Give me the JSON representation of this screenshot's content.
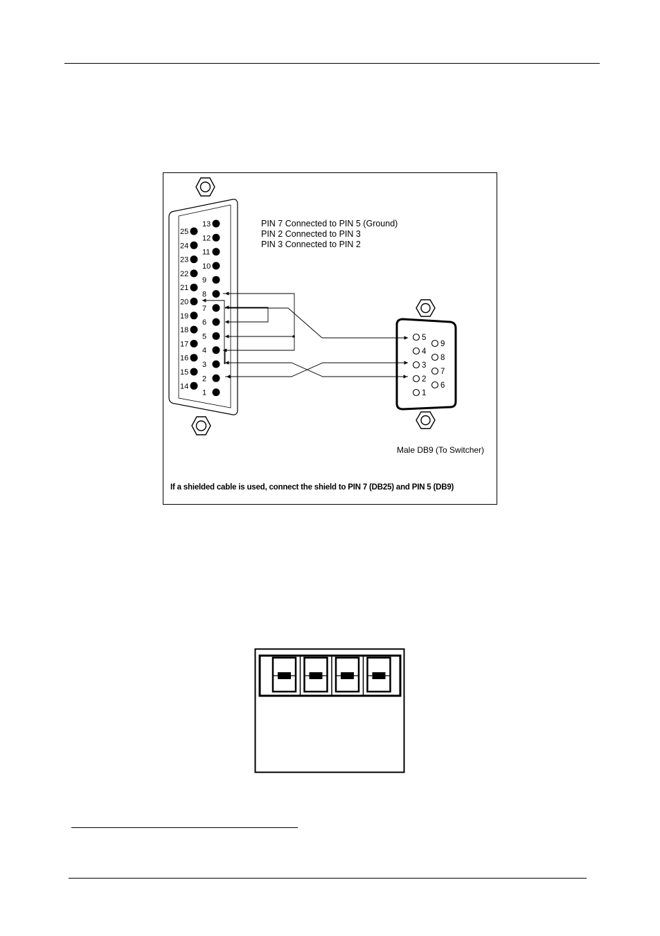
{
  "figure": {
    "notes": [
      "PIN 7 Connected to PIN 5 (Ground)",
      "PIN 2 Connected to PIN 3",
      "PIN 3 Connected to PIN 2"
    ],
    "db9_label": "Male DB9 (To Switcher)",
    "shield_note": "If a shielded cable is used, connect the shield to PIN 7 (DB25) and PIN 5 (DB9)",
    "db25_left_pins": [
      "25",
      "24",
      "23",
      "22",
      "21",
      "20",
      "19",
      "18",
      "17",
      "16",
      "15",
      "14"
    ],
    "db25_right_pins": [
      "13",
      "12",
      "11",
      "10",
      "9",
      "8",
      "7",
      "6",
      "5",
      "4",
      "3",
      "2",
      "1"
    ],
    "db9_left_pins": [
      "5",
      "4",
      "3",
      "2",
      "1"
    ],
    "db9_right_pins": [
      "9",
      "8",
      "7",
      "6"
    ]
  },
  "dip_switch": {
    "count": 4
  }
}
